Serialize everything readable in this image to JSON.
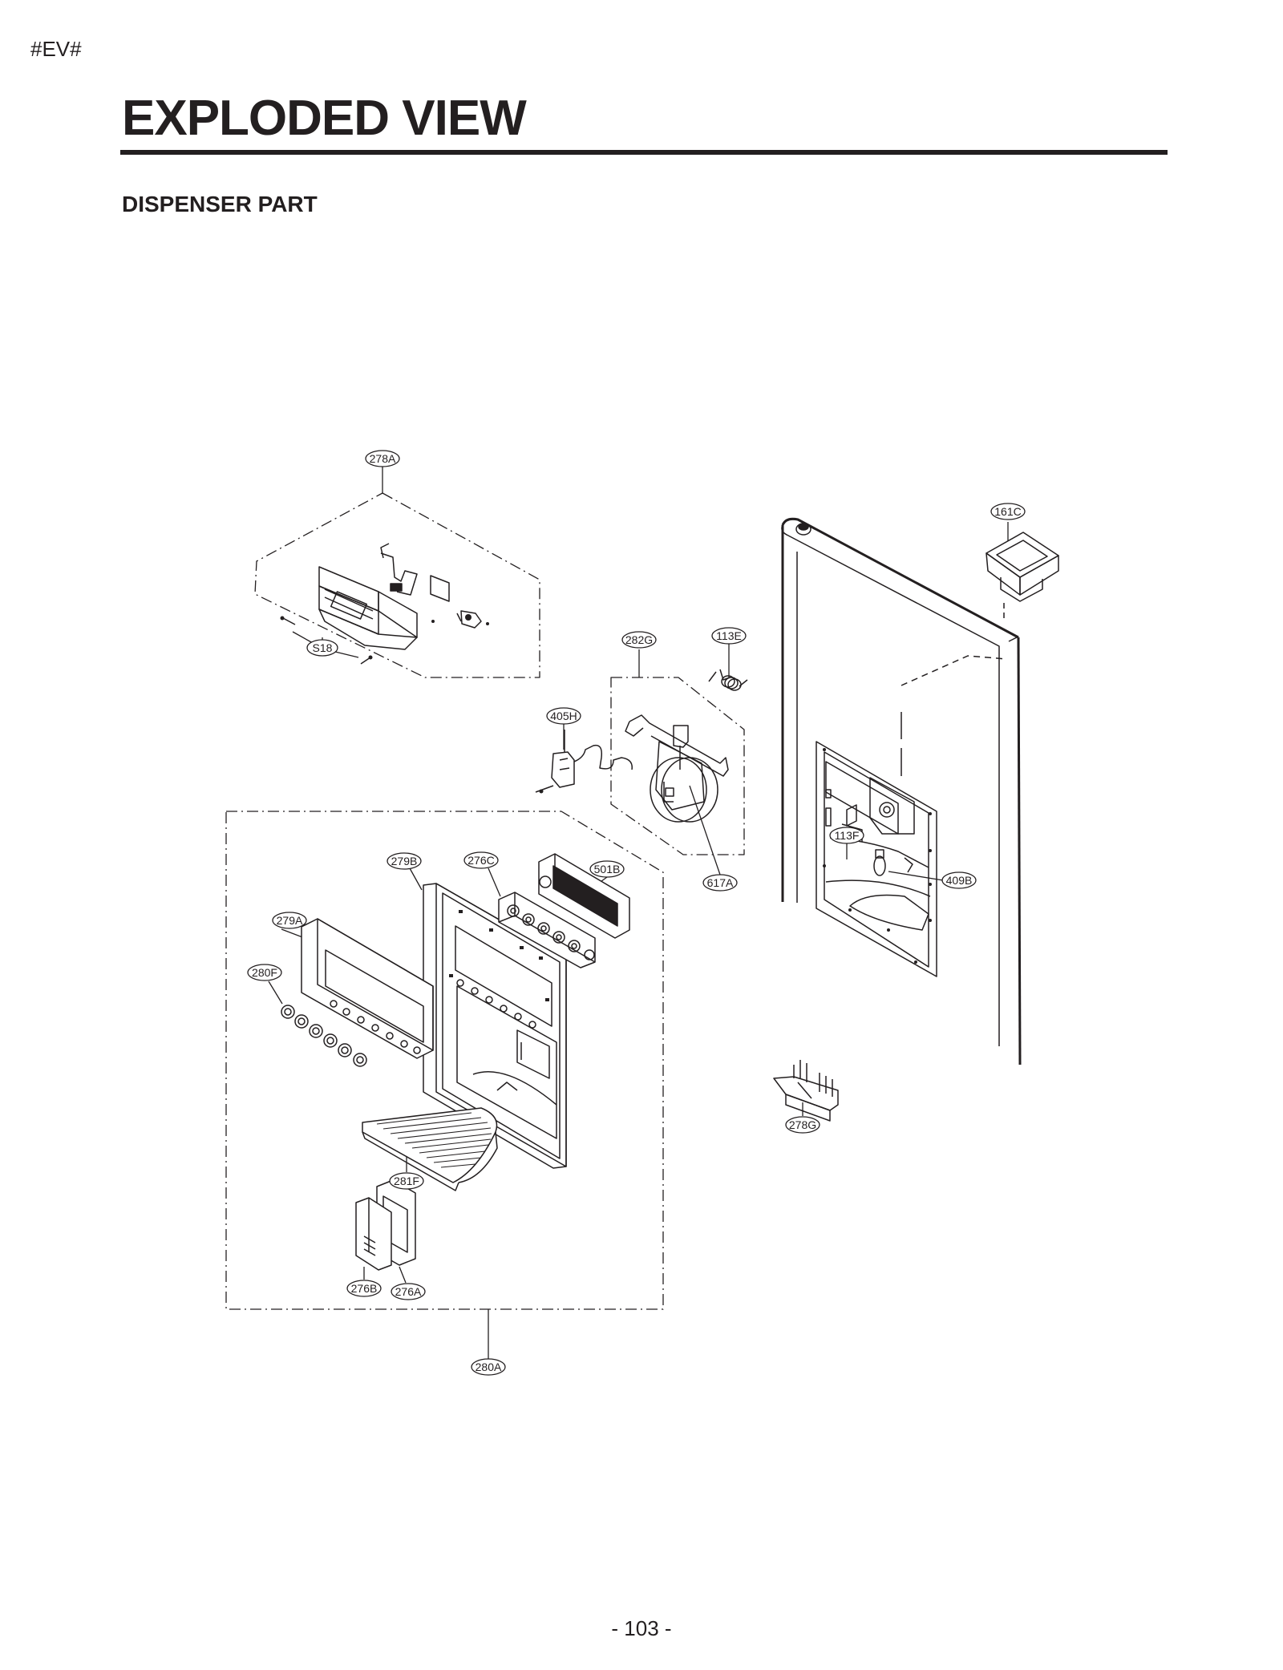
{
  "header": {
    "code": "#EV#",
    "title": "EXPLODED VIEW",
    "section": "DISPENSER PART"
  },
  "footer": {
    "page": "- 103 -"
  },
  "callouts": {
    "c278A": "278A",
    "cS18": "S18",
    "c282G": "282G",
    "c113E": "113E",
    "c405H": "405H",
    "c617A": "617A",
    "c161C": "161C",
    "c113F": "113F",
    "c409B": "409B",
    "c279B": "279B",
    "c276C": "276C",
    "c501B": "501B",
    "c279A": "279A",
    "c280F": "280F",
    "c281F": "281F",
    "c276B": "276B",
    "c276A": "276A",
    "c280A": "280A",
    "c278G": "278G"
  }
}
